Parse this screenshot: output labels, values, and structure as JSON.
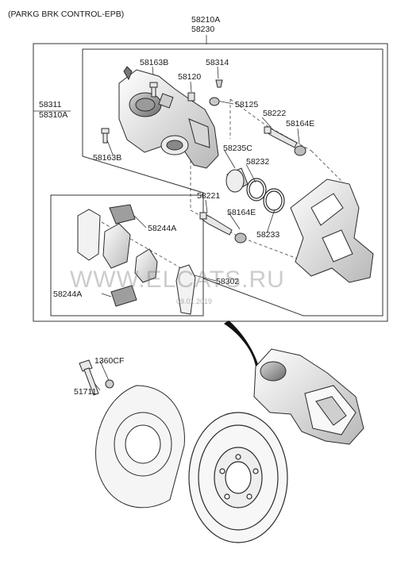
{
  "title": "(PARKG BRK CONTROL-EPB)",
  "labels": {
    "p58210A": "58210A",
    "p58230": "58230",
    "p58311": "58311",
    "p58310A": "58310A",
    "p58163B_top": "58163B",
    "p58314": "58314",
    "p58120": "58120",
    "p58125": "58125",
    "p58222": "58222",
    "p58164E_top": "58164E",
    "p58163B_bot": "58163B",
    "p58235C": "58235C",
    "p58232": "58232",
    "p58221": "58221",
    "p58164E_bot": "58164E",
    "p58233": "58233",
    "p58244A_top": "58244A",
    "p58244A_bot": "58244A",
    "p58302": "58302",
    "p1360CF": "1360CF",
    "p51711": "51711"
  },
  "watermark": {
    "text": "WWW.ELCATS.RU",
    "date": "09.01.2019"
  },
  "colors": {
    "line": "#2a2a2a",
    "part_fill": "#f4f4f4",
    "part_shade": "#bdbdbd",
    "watermark": "#8a8a8a"
  }
}
